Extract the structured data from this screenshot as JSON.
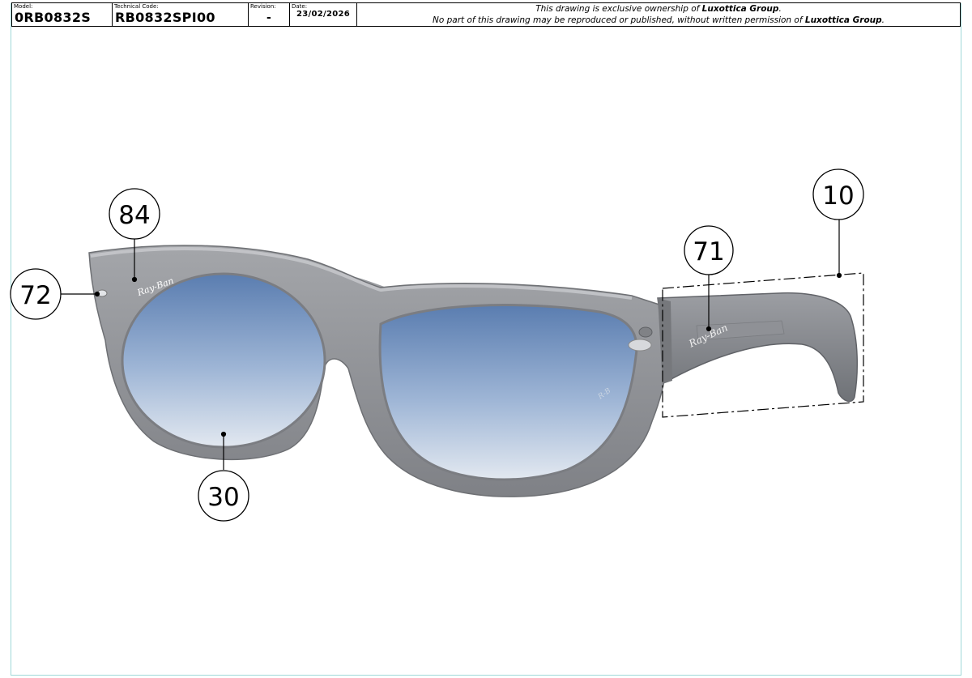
{
  "header": {
    "model_caption": "Model:",
    "model_value": "0RB0832S",
    "tech_caption": "Technical Code:",
    "tech_value": "RB0832SPI00",
    "revision_caption": "Revision:",
    "revision_value": "-",
    "date_caption": "Date:",
    "date_value": "23/02/2026",
    "notice_line1_pre": "This drawing is exclusive ownership of ",
    "notice_line1_bold": "Luxottica Group",
    "notice_line1_post": ".",
    "notice_line2_pre": "No part of this drawing may be reproduced or published, without written permission of ",
    "notice_line2_bold": "Luxottica Group",
    "notice_line2_post": "."
  },
  "callouts": [
    {
      "number": "84",
      "part": "hinge-logo-front"
    },
    {
      "number": "72",
      "part": "front-rivet"
    },
    {
      "number": "30",
      "part": "lens"
    },
    {
      "number": "71",
      "part": "temple-logo"
    },
    {
      "number": "10",
      "part": "temple"
    }
  ],
  "product_image": {
    "description_name": "sunglasses-illustration",
    "frame_color": "#8e9094",
    "lens_color_top": "#5b7fb0",
    "lens_color_bottom": "#dfe6ef"
  }
}
